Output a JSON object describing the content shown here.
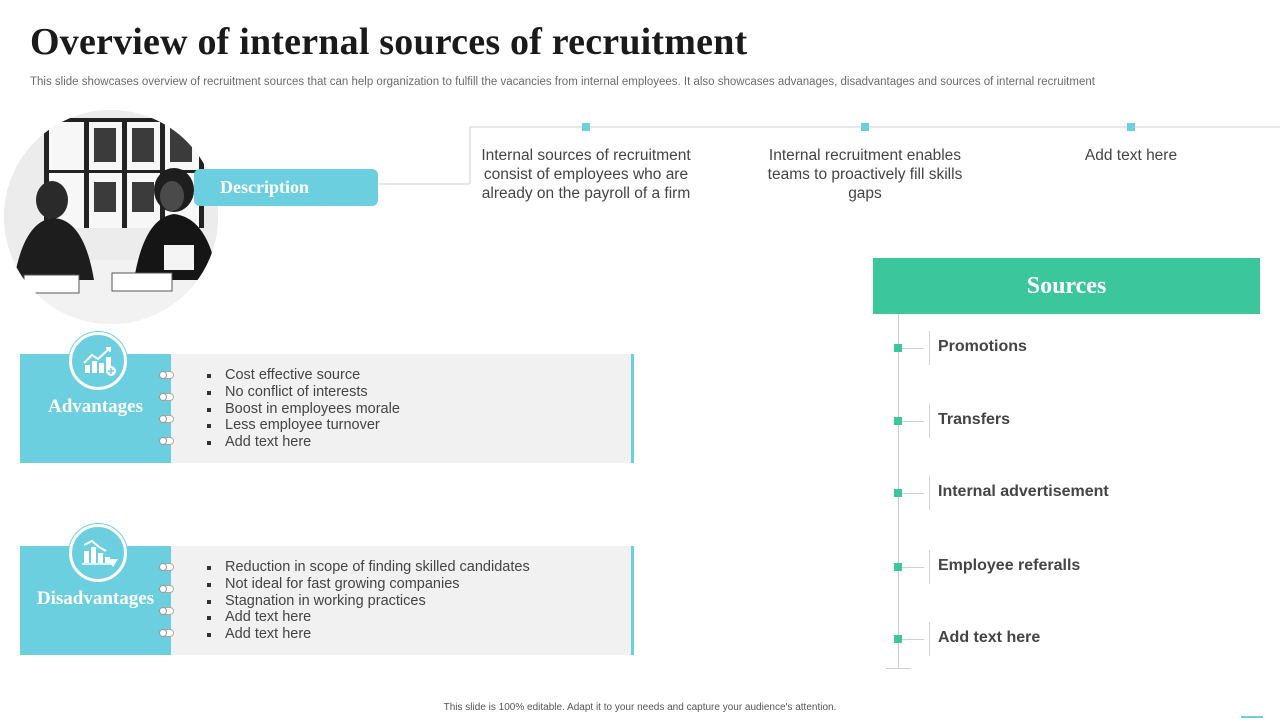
{
  "header": {
    "title": "Overview of internal sources of recruitment",
    "subtitle": "This slide showcases overview of recruitment sources that can help organization to fulfill the vacancies from internal employees. It also showcases advanages, disadvantages and sources of internal recruitment"
  },
  "description": {
    "label": "Description",
    "columns": [
      "Internal  sources of recruitment consist of employees who are already on the payroll of a firm",
      "Internal  recruitment enables teams to proactively fill skills gaps",
      "Add text here"
    ]
  },
  "advantages": {
    "label": "Advantages",
    "items": [
      "Cost effective source",
      "No conflict of interests",
      "Boost in employees morale",
      "Less employee turnover",
      "Add text here"
    ]
  },
  "disadvantages": {
    "label": "Disadvantages",
    "items": [
      "Reduction in scope of finding skilled candidates",
      "Not ideal for fast growing companies",
      "Stagnation in working practices",
      "Add text here",
      "Add text here"
    ]
  },
  "sources": {
    "title": "Sources",
    "items": [
      "Promotions",
      "Transfers",
      "Internal advertisement",
      "Employee referalls",
      "Add text here"
    ]
  },
  "footer": {
    "text": "This slide is 100% editable.  Adapt it to your needs and capture your audience's attention."
  },
  "colors": {
    "teal": "#6ccfdf",
    "green": "#3cc69c"
  },
  "icons": [
    "growth-chart-icon",
    "decline-chart-icon"
  ]
}
